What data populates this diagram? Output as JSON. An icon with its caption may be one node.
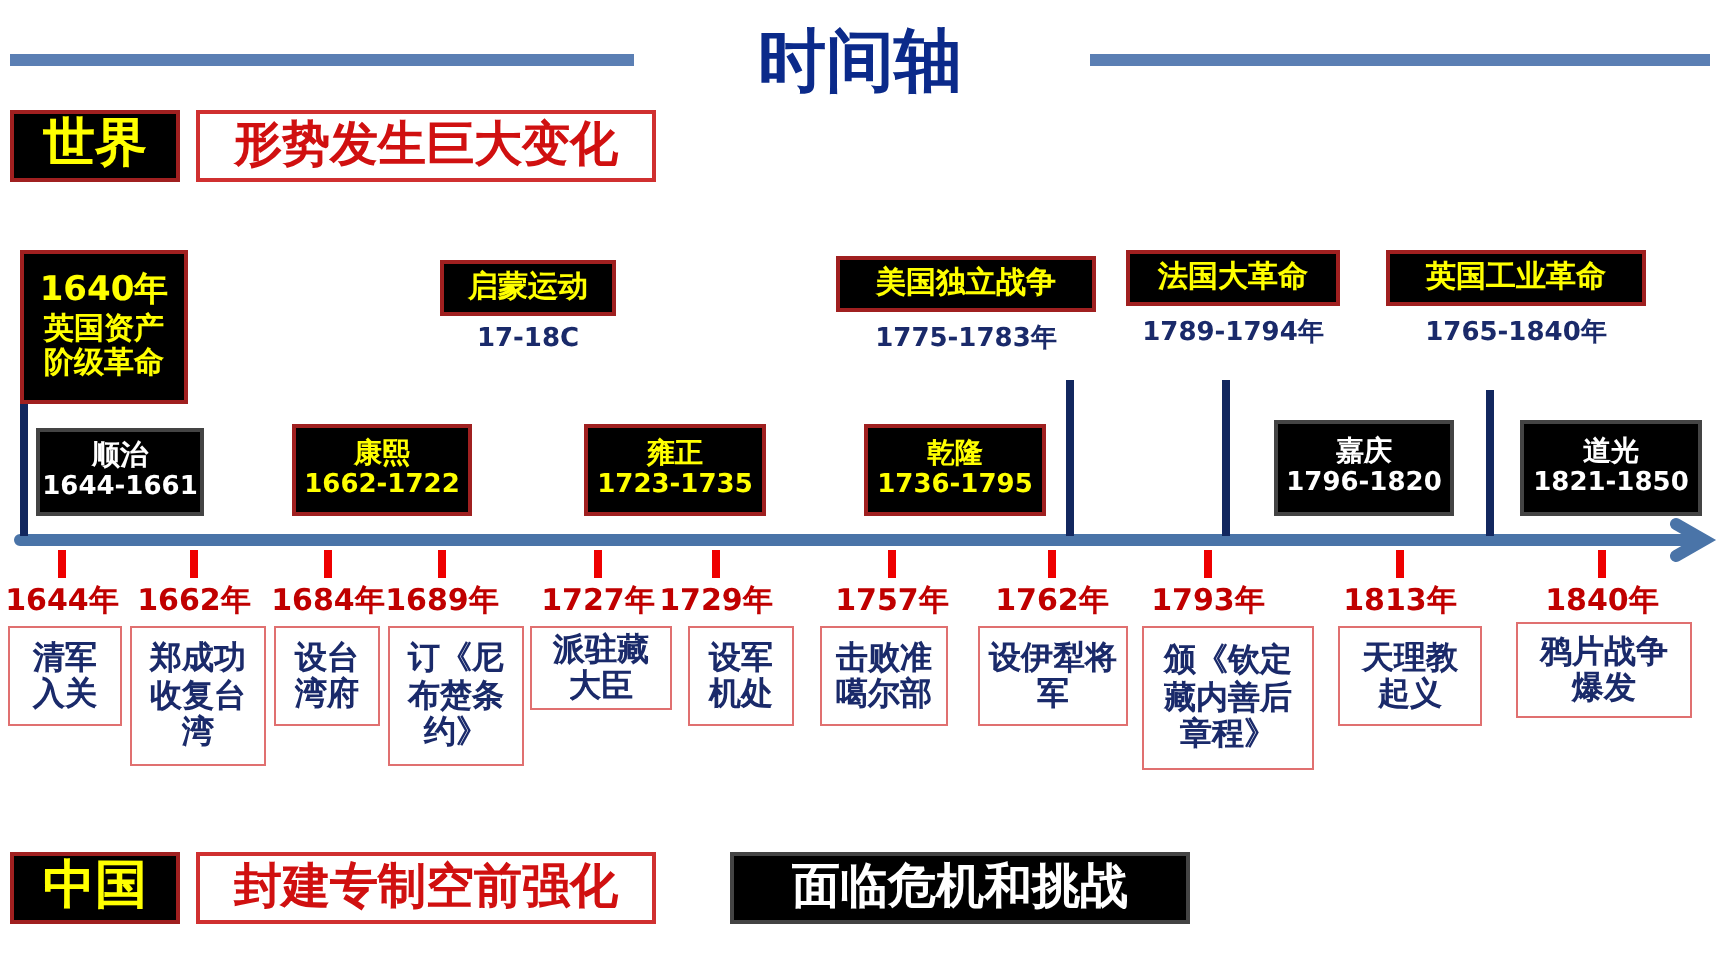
{
  "diagram": {
    "title": "时间轴",
    "nodes": [
      {
        "text": [
          "世界"
        ]
      },
      {
        "text": [
          "形势发生巨大变化"
        ]
      },
      {
        "text": [
          "1640年",
          "英国资产阶级革命"
        ]
      },
      {
        "text": [
          "启蒙运动"
        ],
        "beside": [
          "17-18C"
        ]
      },
      {
        "text": [
          "美国独立战争"
        ],
        "beside": [
          "1775-1783年"
        ]
      },
      {
        "text": [
          "法国大革命"
        ],
        "beside": [
          "1789-1794年"
        ]
      },
      {
        "text": [
          "英国工业革命"
        ],
        "beside": [
          "1765-1840年"
        ]
      },
      {
        "text": [
          "顺治",
          "1644-1661"
        ]
      },
      {
        "text": [
          "康熙",
          "1662-1722"
        ]
      },
      {
        "text": [
          "雍正",
          "1723-1735"
        ]
      },
      {
        "text": [
          "乾隆",
          "1736-1795"
        ]
      },
      {
        "text": [
          "嘉庆",
          "1796-1820"
        ]
      },
      {
        "text": [
          "道光",
          "1821-1850"
        ]
      },
      {
        "text": [
          "清军入关"
        ],
        "beside": [
          "1644年"
        ]
      },
      {
        "text": [
          "郑成功收复台湾"
        ],
        "beside": [
          "1662年"
        ]
      },
      {
        "text": [
          "设台湾府"
        ],
        "beside": [
          "1684年"
        ]
      },
      {
        "text": [
          "订《尼布楚条约》"
        ],
        "beside": [
          "1689年"
        ]
      },
      {
        "text": [
          "派驻藏大臣"
        ],
        "beside": [
          "1727年"
        ]
      },
      {
        "text": [
          "设军机处"
        ],
        "beside": [
          "1729年"
        ]
      },
      {
        "text": [
          "击败准噶尔部"
        ],
        "beside": [
          "1757年"
        ]
      },
      {
        "text": [
          "设伊犁将军"
        ],
        "beside": [
          "1762年"
        ]
      },
      {
        "text": [
          "颁《钦定藏内善后章程》"
        ],
        "beside": [
          "1793年"
        ]
      },
      {
        "text": [
          "天理教起义"
        ],
        "beside": [
          "1813年"
        ]
      },
      {
        "text": [
          "鸦片战争爆发"
        ],
        "beside": [
          "1840年"
        ]
      },
      {
        "text": [
          "中国"
        ]
      },
      {
        "text": [
          "封建专制空前强化"
        ]
      },
      {
        "text": [
          "面临危机和挑战"
        ]
      }
    ],
    "edges": []
  }
}
